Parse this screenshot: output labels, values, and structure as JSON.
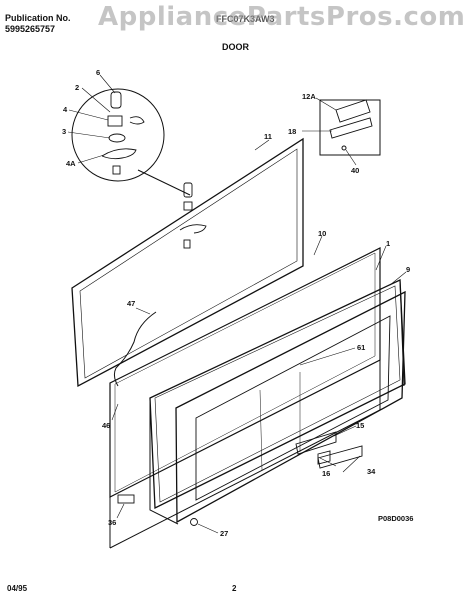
{
  "header": {
    "publication_label": "Publication No.",
    "publication_number": "5995265757",
    "model": "FFC07K3AW3",
    "section_title": "DOOR",
    "watermark": "AppliancePartsPros.com"
  },
  "diagram": {
    "code": "P08D0036",
    "callouts": [
      "6",
      "2",
      "4",
      "3",
      "4A",
      "11",
      "10",
      "1",
      "9",
      "12A",
      "18",
      "40",
      "47",
      "61",
      "46",
      "15",
      "16",
      "34",
      "36",
      "27"
    ]
  },
  "footer": {
    "date": "04/95",
    "page": "2"
  }
}
